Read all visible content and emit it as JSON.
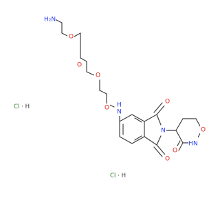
{
  "colors": {
    "carbon_bond": "#3a3a3a",
    "nitrogen": "#2c3cf2",
    "oxygen": "#e0241c",
    "chlorine_salt": "#2f7f2f",
    "hydrogen": "#3a3a3a"
  },
  "labels": {
    "amine": "H₂N",
    "ether_o_1": "O",
    "ether_o_2": "O",
    "ether_o_3": "O",
    "ether_o_4": "O",
    "amine_nh": "H",
    "amine_n": "N",
    "phthalimide_o_top": "O",
    "phthalimide_o_bottom": "O",
    "imide_n": "N",
    "glutarimide_o_right": "O",
    "glutarimide_o_left": "O",
    "glutarimide_nh_h": "H",
    "glutarimide_nh_n": "N",
    "salt_1": "Cl",
    "salt_1_sep": " · ",
    "salt_1_h": "H",
    "salt_2": "Cl",
    "salt_2_sep": " · ",
    "salt_2_h": "H"
  }
}
